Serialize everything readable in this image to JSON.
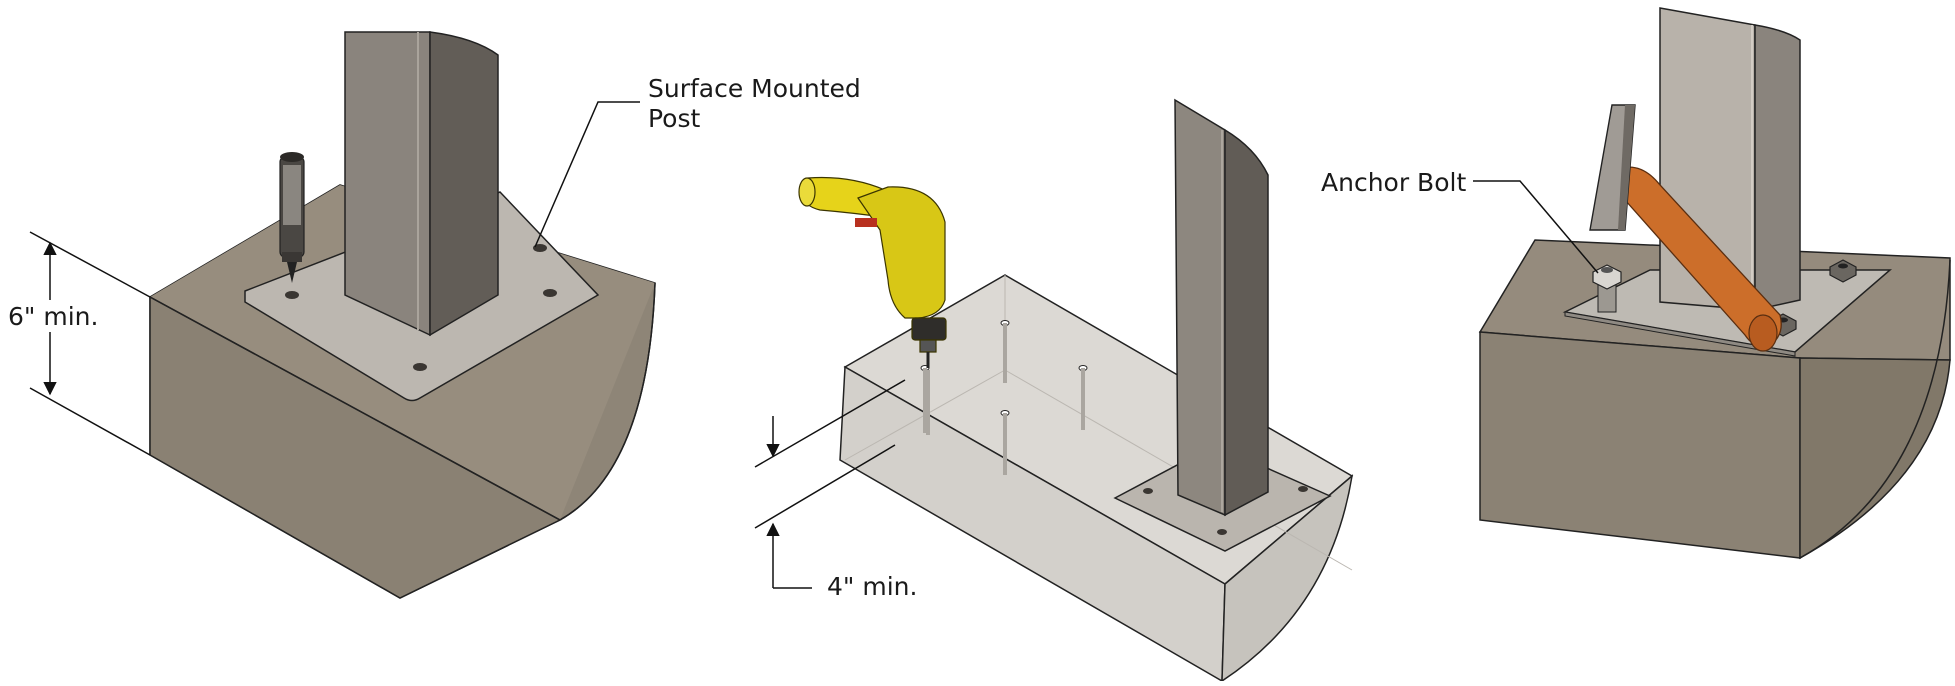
{
  "labels": {
    "surface_mounted_post_line1": "Surface Mounted",
    "surface_mounted_post_line2": "Post",
    "anchor_bolt": "Anchor Bolt",
    "six_inch_min": "6\" min.",
    "four_inch_min": "4\" min."
  },
  "colors": {
    "concrete_top": "#958b7c",
    "concrete_side_left": "#8c8375",
    "concrete_side_right": "#7f7668",
    "plate": "#bdb8b2",
    "post_light": "#8a847d",
    "post_dark": "#625d57",
    "drill_body": "#e6d319",
    "hammer_handle": "#cc6e2a",
    "glass_block": "#d9d6d2"
  }
}
